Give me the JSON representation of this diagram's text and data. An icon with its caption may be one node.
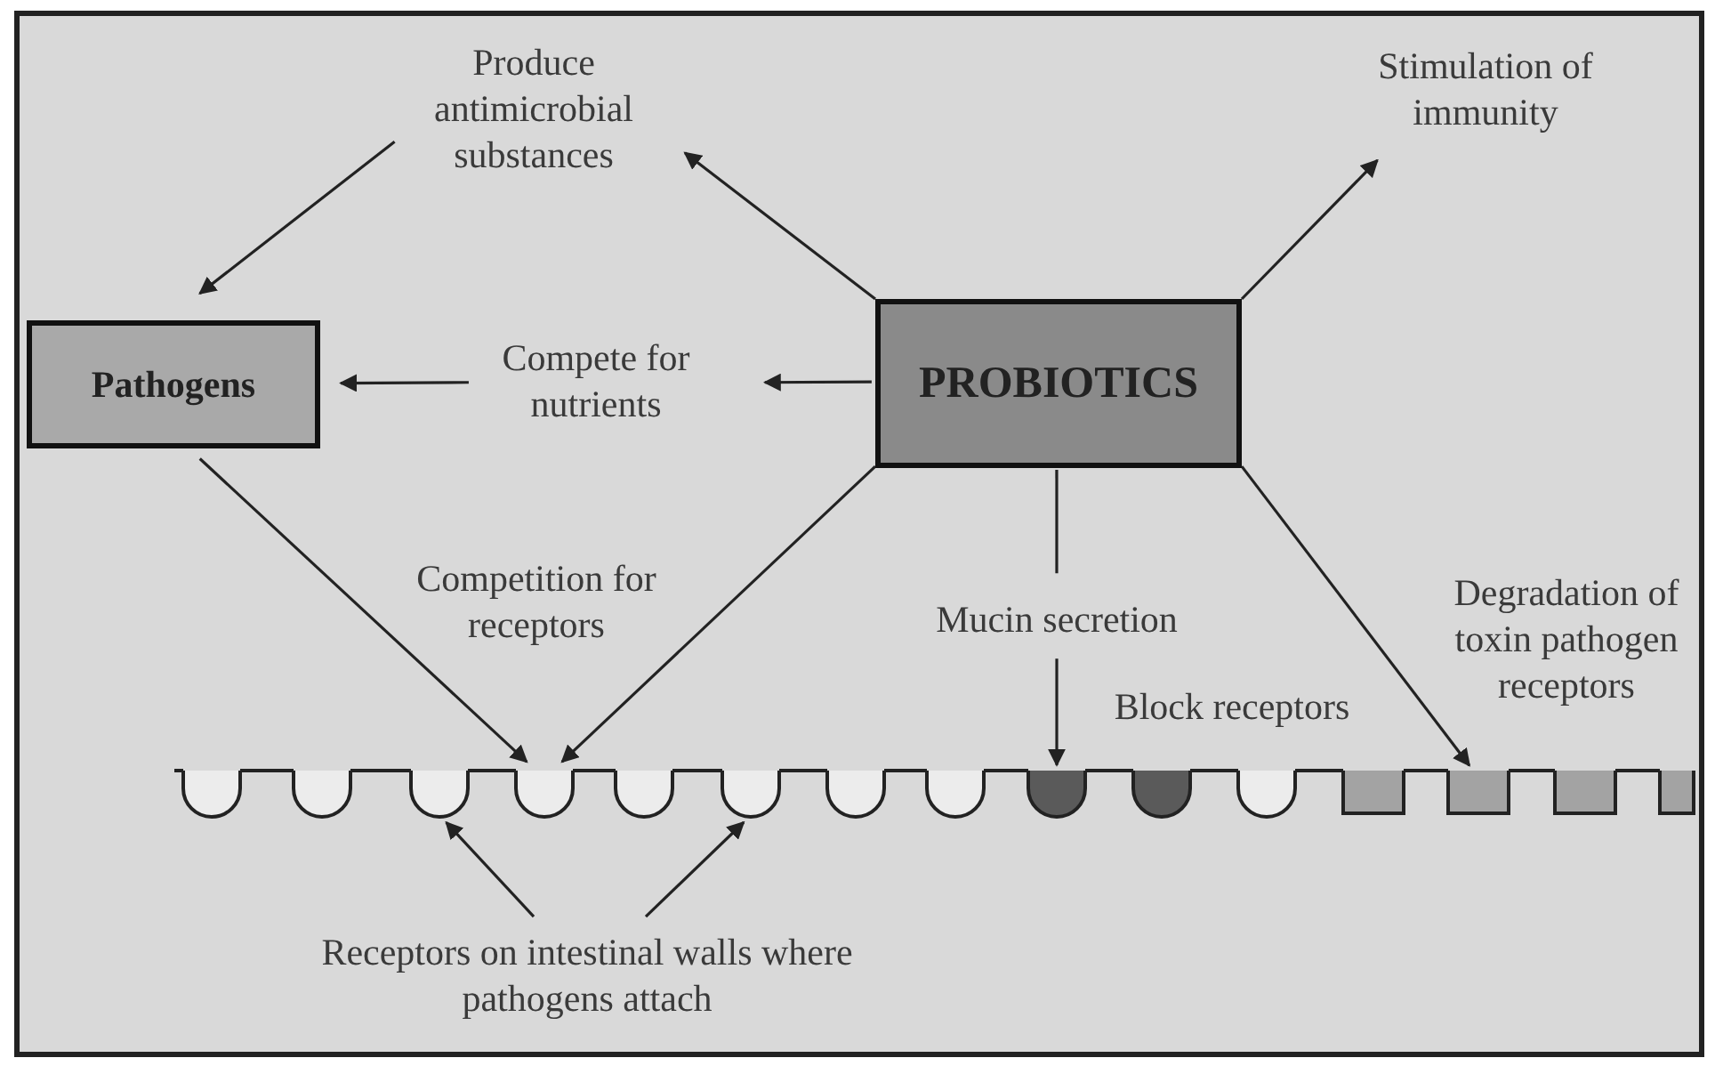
{
  "diagram": {
    "nodes": [
      {
        "text": [
          "Produce antimicrobial substances"
        ]
      },
      {
        "text": [
          "Stimulation of immunity"
        ]
      },
      {
        "text": [
          "Pathogens"
        ]
      },
      {
        "text": [
          "Compete for nutrients"
        ]
      },
      {
        "text": [
          "PROBIOTICS"
        ]
      },
      {
        "text": [
          "Mucin secretion"
        ]
      },
      {
        "text": [
          "Receptors on intestinal walls where pathogens attach"
        ]
      },
      {
        "text": [],
        "shape": "cup"
      },
      {
        "text": [],
        "shape": "cup"
      },
      {
        "text": [],
        "shape": "cup"
      },
      {
        "text": [],
        "shape": "cup"
      },
      {
        "text": [],
        "shape": "box"
      }
    ],
    "edges": [
      {
        "from": 4,
        "to": 0,
        "arrow": "to"
      },
      {
        "from": 0,
        "to": 2,
        "arrow": "to"
      },
      {
        "from": 4,
        "to": 1,
        "arrow": "to"
      },
      {
        "from": 4,
        "to": 3,
        "arrow": "to"
      },
      {
        "from": 3,
        "to": 2,
        "arrow": "to"
      },
      {
        "from": 2,
        "to": 8,
        "arrow": "to"
      },
      {
        "from": 4,
        "to": 8,
        "arrow": "to"
      },
      {
        "from": 4,
        "to": 5,
        "arrow": "none"
      },
      {
        "from": 5,
        "to": 10,
        "arrow": "to"
      },
      {
        "from": 4,
        "to": 11,
        "arrow": "to",
        "label": "Degradation of toxin pathogen receptors"
      },
      {
        "from": 6,
        "to": 7,
        "arrow": "to"
      },
      {
        "from": 6,
        "to": 9,
        "arrow": "to"
      }
    ],
    "labels": [
      "Competition for receptors",
      "Block receptors"
    ]
  }
}
